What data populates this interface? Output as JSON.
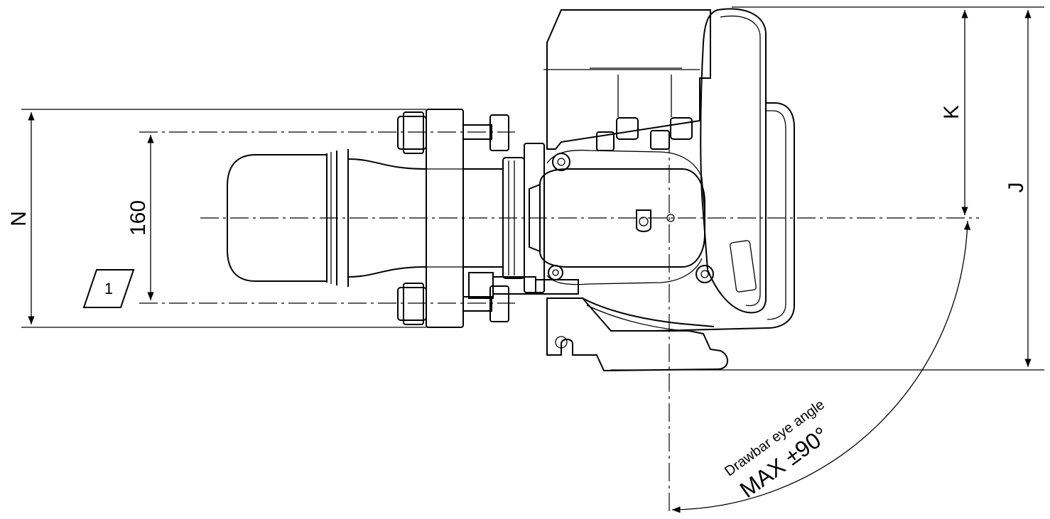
{
  "dimensions": {
    "n_label": "N",
    "pitch_label": "160",
    "k_label": "K",
    "j_label": "J"
  },
  "callout": {
    "number": "1"
  },
  "angle": {
    "caption": "Drawbar eye angle",
    "value": "MAX ±90°"
  }
}
